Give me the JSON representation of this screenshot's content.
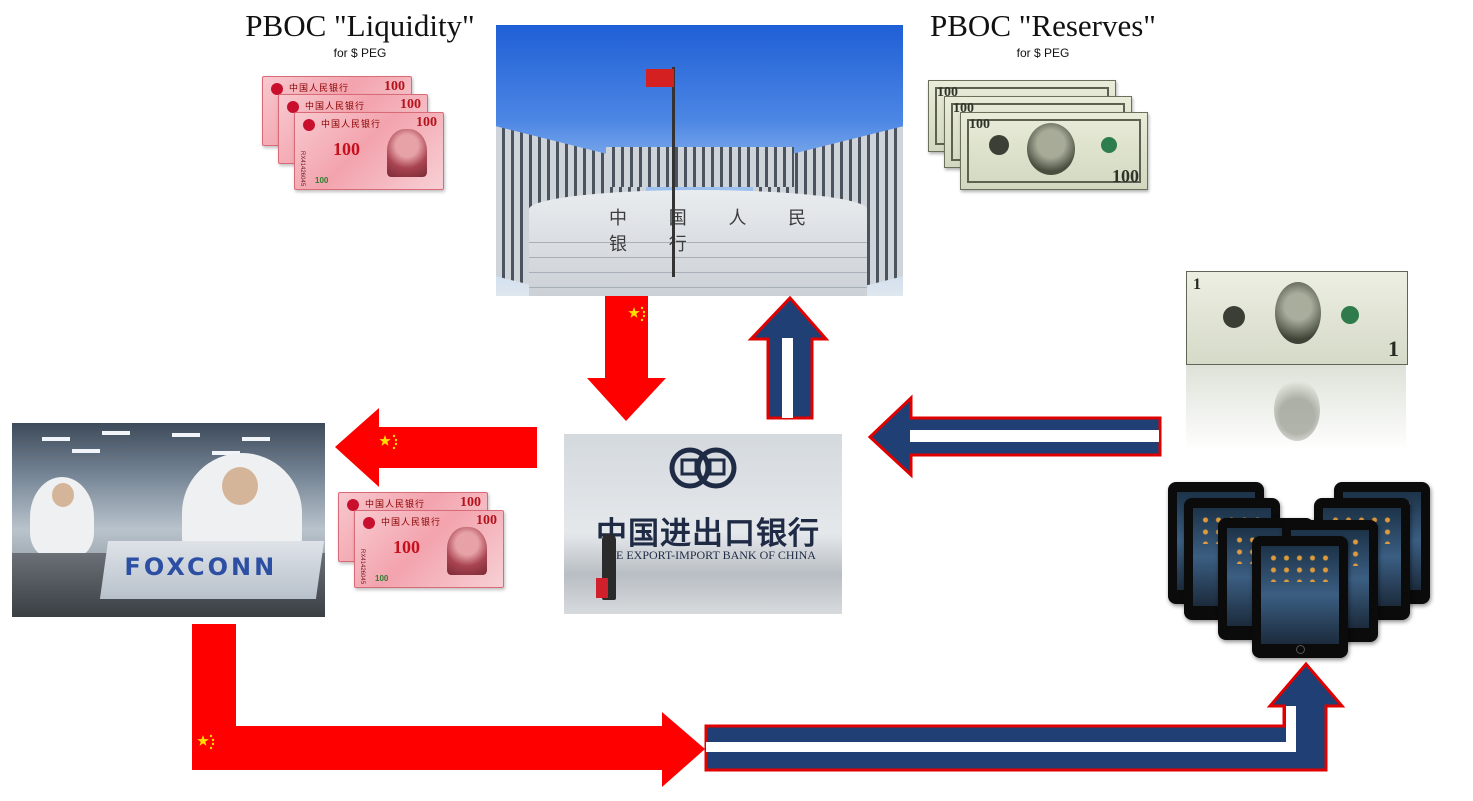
{
  "labels": {
    "liquidity_title": "PBOC \"Liquidity\"",
    "liquidity_subtitle": "for $ PEG",
    "reserves_title": "PBOC \"Reserves\"",
    "reserves_subtitle": "for $ PEG"
  },
  "photos": {
    "pboc_building_sign": "中 国 人 民 银 行",
    "exim_sign_chinese": "中国进出口银行",
    "exim_sign_english": "E EXPORT-IMPORT BANK OF CHINA",
    "foxconn_box_text": "FOXCONN"
  },
  "money": {
    "yuan_header": "中国人民银行",
    "yuan_value": "100",
    "yuan_serial": "RX41426045",
    "usd_value": "100",
    "one_dollar_value": "1"
  },
  "colors": {
    "yuan_arrow": "#ff0000",
    "dollar_arrow_fill": "#1f3f75",
    "dollar_arrow_stripe": "#ffffff",
    "dollar_arrow_border": "#e00000",
    "china_star": "#ffde00"
  },
  "icons": {
    "china_flag_mark": "star-cluster-icon",
    "ipad": "tablet-icon"
  }
}
